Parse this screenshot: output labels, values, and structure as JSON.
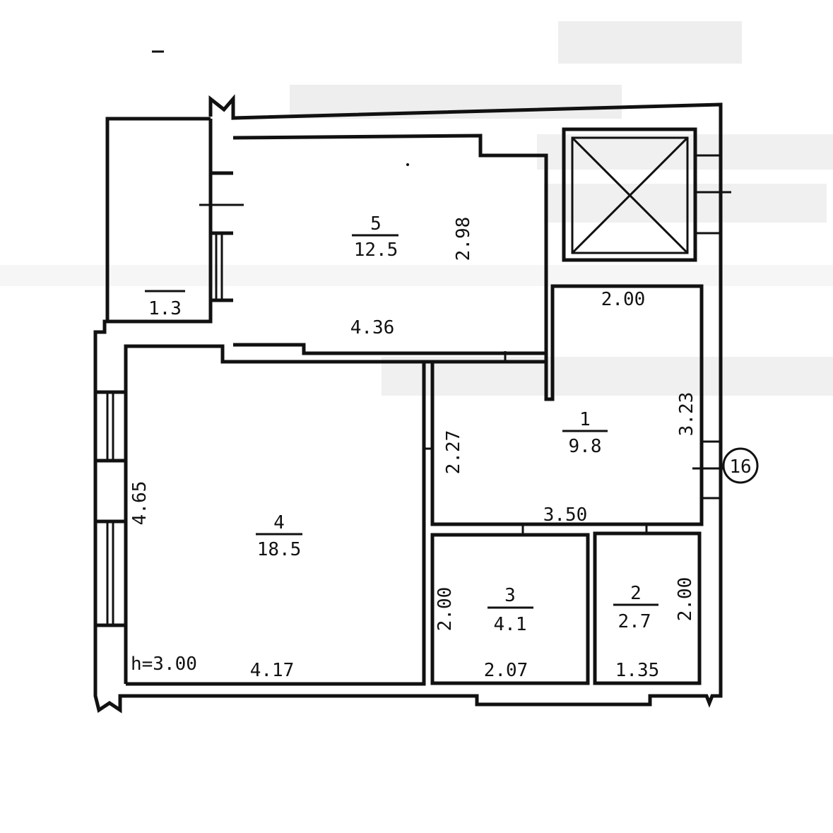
{
  "plan": {
    "axis_marker": "16",
    "ceiling_height": "h=3.00",
    "balcony": {
      "area": "1.3"
    },
    "rooms": [
      {
        "id": "5",
        "number": "5",
        "area": "12.5",
        "width": "4.36",
        "depth": "2.98"
      },
      {
        "id": "1",
        "number": "1",
        "area": "9.8",
        "top": "2.00",
        "right": "3.23",
        "left": "2.27",
        "bottom": "3.50"
      },
      {
        "id": "4",
        "number": "4",
        "area": "18.5",
        "side": "4.65",
        "bottom": "4.17"
      },
      {
        "id": "3",
        "number": "3",
        "area": "4.1",
        "side": "2.00",
        "bottom": "2.07"
      },
      {
        "id": "2",
        "number": "2",
        "area": "2.7",
        "side": "2.00",
        "bottom": "1.35"
      }
    ]
  }
}
